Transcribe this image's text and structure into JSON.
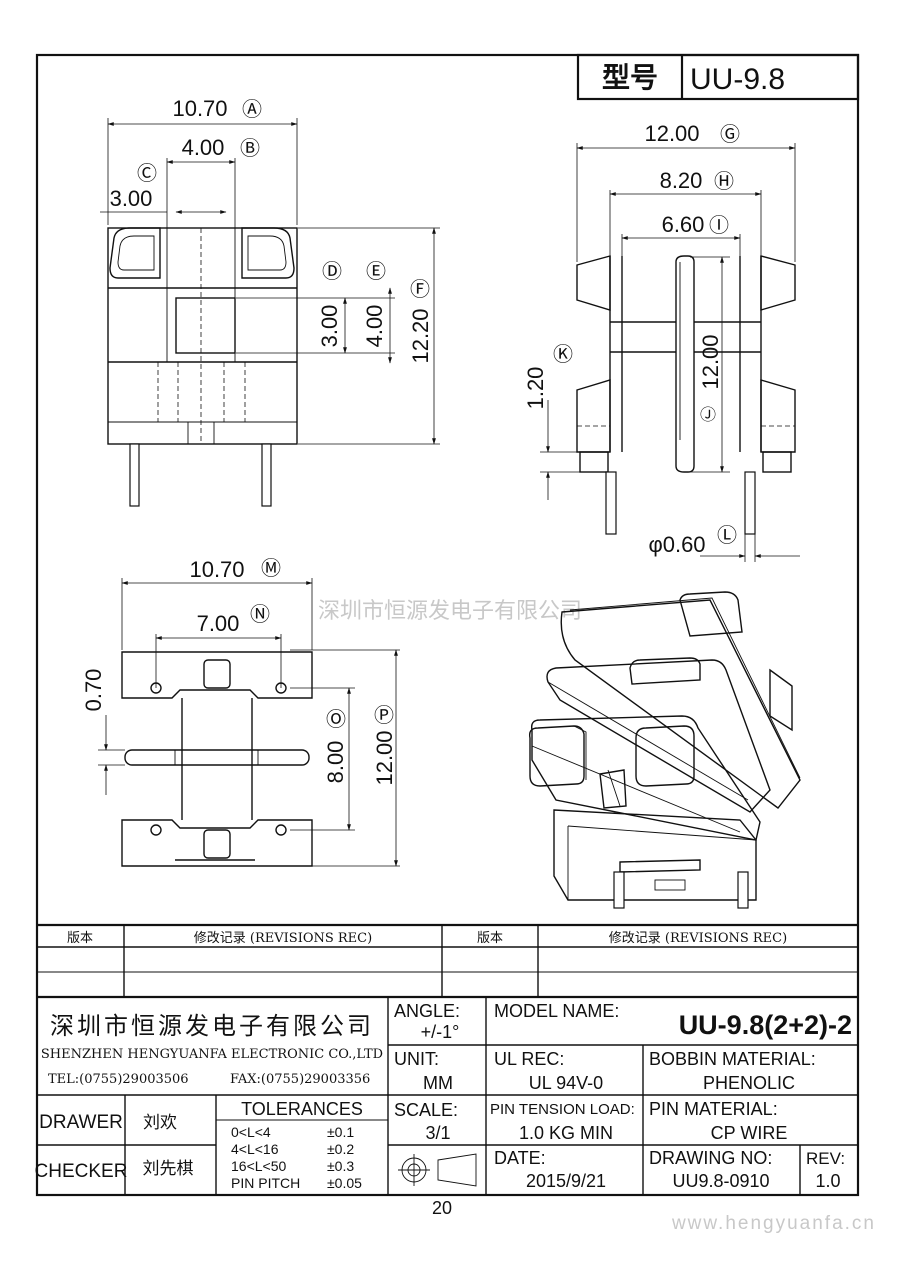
{
  "title_block": {
    "type_label": "型号",
    "type_value": "UU-9.8"
  },
  "dimensions": {
    "A": "10.70",
    "B": "4.00",
    "C": "3.00",
    "D": "3.00",
    "E": "4.00",
    "F": "12.20",
    "G": "12.00",
    "H": "8.20",
    "I": "6.60",
    "J": "12.00",
    "K": "1.20",
    "L": "φ0.60",
    "M": "10.70",
    "N": "7.00",
    "O": "8.00",
    "P": "12.00",
    "Q": "0.70"
  },
  "watermark": "深圳市恒源发电子有限公司",
  "revisions": {
    "version_label": "版本",
    "record_label": "修改记录 (REVISIONS REC)"
  },
  "company": {
    "name_cn": "深圳市恒源发电子有限公司",
    "name_en": "SHENZHEN HENGYUANFA ELECTRONIC CO.,LTD",
    "tel": "TEL:(0755)29003506",
    "fax": "FAX:(0755)29003356"
  },
  "people": {
    "drawer_label": "DRAWER",
    "drawer_name": "刘欢",
    "checker_label": "CHECKER",
    "checker_name": "刘先棋"
  },
  "tolerances": {
    "label": "TOLERANCES",
    "rows": [
      {
        "range": "0<L<4",
        "value": "±0.1"
      },
      {
        "range": "4<L<16",
        "value": "±0.2"
      },
      {
        "range": "16<L<50",
        "value": "±0.3"
      },
      {
        "range": "PIN PITCH",
        "value": "±0.05"
      }
    ]
  },
  "specs": {
    "angle_label": "ANGLE:",
    "angle_value": "+/-1°",
    "unit_label": "UNIT:",
    "unit_value": "MM",
    "scale_label": "SCALE:",
    "scale_value": "3/1",
    "model_label": "MODEL NAME:",
    "model_value": "UU-9.8(2+2)-2",
    "ul_label": "UL REC:",
    "ul_value": "UL 94V-0",
    "bobbin_label": "BOBBIN MATERIAL:",
    "bobbin_value": "PHENOLIC",
    "pin_tension_label": "PIN TENSION LOAD:",
    "pin_tension_value": "1.0 KG MIN",
    "pin_material_label": "PIN MATERIAL:",
    "pin_material_value": "CP WIRE",
    "date_label": "DATE:",
    "date_value": "2015/9/21",
    "drawing_label": "DRAWING NO:",
    "drawing_value": "UU9.8-0910",
    "rev_label": "REV:",
    "rev_value": "1.0"
  },
  "page_number": "20",
  "website": "www.hengyuanfa.cn"
}
